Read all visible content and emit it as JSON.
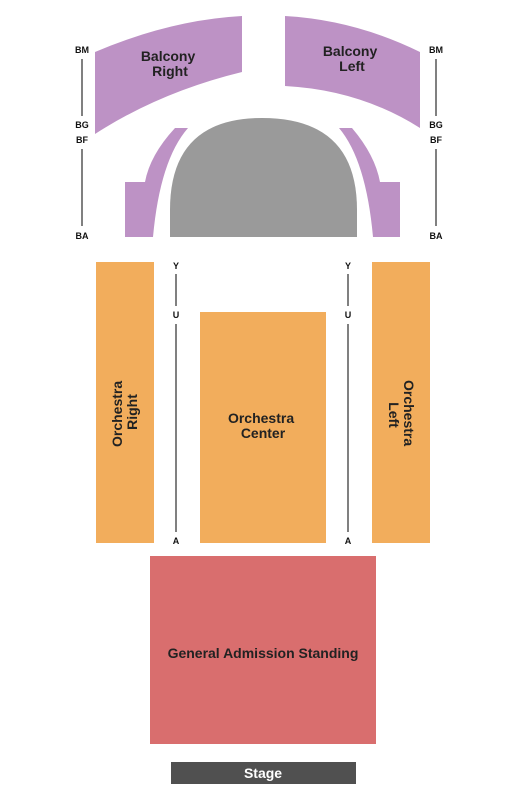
{
  "colors": {
    "balcony": "#bd92c5",
    "orchestra": "#f2ad5c",
    "ga": "#d96e6e",
    "stage": "#505050",
    "booth": "#9a9a9a"
  },
  "sections": {
    "balcony_right": [
      "Balcony",
      "Right"
    ],
    "balcony_left": [
      "Balcony",
      "Left"
    ],
    "orchestra_right": [
      "Orchestra",
      "Right"
    ],
    "orchestra_center": [
      "Orchestra",
      "Center"
    ],
    "orchestra_left": [
      "Orchestra",
      "Left"
    ],
    "general_admission": "General Admission Standing",
    "stage": "Stage"
  },
  "row_markers": {
    "balcony_left_side": [
      "BM",
      "BG",
      "BF",
      "BA"
    ],
    "balcony_right_side": [
      "BM",
      "BG",
      "BF",
      "BA"
    ],
    "orchestra_left_aisle": [
      "Y",
      "U",
      "A"
    ],
    "orchestra_right_aisle": [
      "Y",
      "U",
      "A"
    ]
  }
}
